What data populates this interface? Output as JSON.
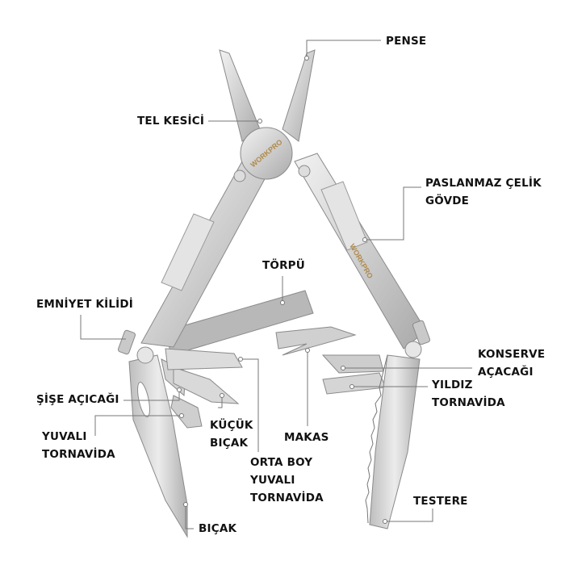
{
  "logo": "WORKPRO",
  "labels": {
    "pense": "PENSE",
    "tel_kesici": "TEL KESİCİ",
    "govde_1": "PASLANMAZ ÇELİK",
    "govde_2": "GÖVDE",
    "torpu": "TÖRPÜ",
    "emniyet": "EMNİYET KİLİDİ",
    "sise": "ŞİŞE AÇICAĞI",
    "yuvali_1": "YUVALI",
    "yuvali_2": "TORNAVİDA",
    "kucuk_1": "KÜÇÜK",
    "kucuk_2": "BIÇAK",
    "orta_1": "ORTA BOY",
    "orta_2": "YUVALI",
    "orta_3": "TORNAVİDA",
    "makas": "MAKAS",
    "konserve_1": "KONSERVE",
    "konserve_2": "AÇACAĞI",
    "yildiz_1": "YILDIZ",
    "yildiz_2": "TORNAVİDA",
    "testere": "TESTERE",
    "bicak": "BIÇAK"
  }
}
